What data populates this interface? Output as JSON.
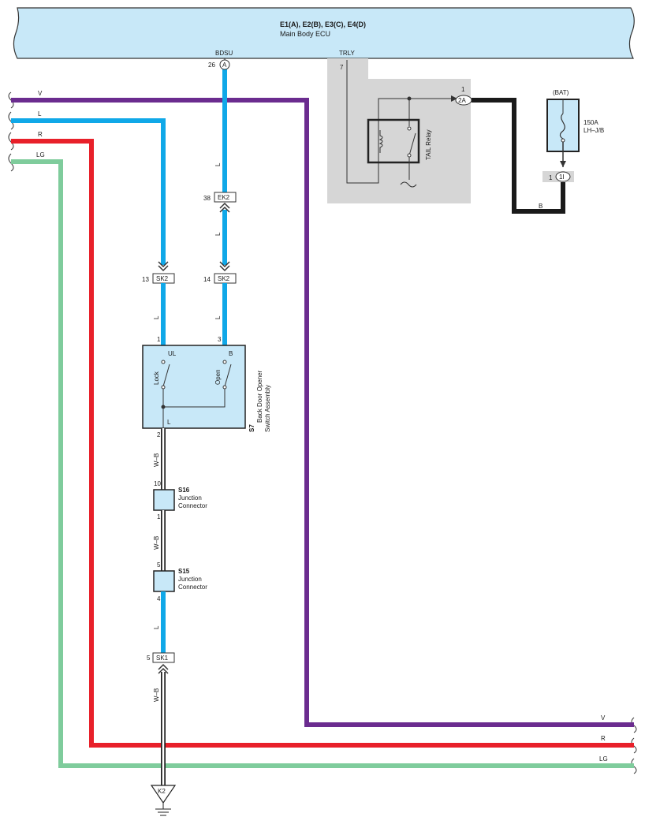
{
  "ecu": {
    "title": "E1(A), E2(B), E3(C), E4(D)",
    "subtitle": "Main Body ECU",
    "pin_bdsu": "BDSU",
    "pin_bdsu_num": "26",
    "pin_bdsu_conn": "A",
    "pin_trly": "TRLY",
    "pin_trly_num": "7"
  },
  "wires": {
    "v": "V",
    "l": "L",
    "r": "R",
    "lg": "LG",
    "b": "B",
    "wb": "W–B",
    "colors": {
      "V": "#6b2c8f",
      "L": "#10a8e8",
      "R": "#e8202a",
      "LG": "#7fcc9c",
      "B": "#1a1a1a"
    }
  },
  "relay": {
    "label": "TAIL Relay",
    "pin": "1",
    "conn": "2A"
  },
  "fuse": {
    "source": "(BAT)",
    "rating": "150A",
    "name": "LH–J/B",
    "pin": "1",
    "conn": "1I"
  },
  "connectors": {
    "ek2": {
      "name": "EK2",
      "pin": "38"
    },
    "sk2a": {
      "name": "SK2",
      "pin": "13"
    },
    "sk2b": {
      "name": "SK2",
      "pin": "14"
    },
    "sk1": {
      "name": "SK1",
      "pin": "5"
    },
    "k2": {
      "name": "K2"
    }
  },
  "switch": {
    "id": "S7",
    "line1": "Back Door Opener",
    "line2": "Switch Assembly",
    "pin_ul": "UL",
    "pin_ul_num": "1",
    "pin_b": "B",
    "pin_b_num": "3",
    "pin_l": "L",
    "pin_l_num": "2",
    "lock": "Lock",
    "open": "Open"
  },
  "s16": {
    "id": "S16",
    "line1": "Junction",
    "line2": "Connector",
    "pin_top": "10",
    "pin_bottom": "1"
  },
  "s15": {
    "id": "S15",
    "line1": "Junction",
    "line2": "Connector",
    "pin_top": "5",
    "pin_bottom": "4"
  }
}
